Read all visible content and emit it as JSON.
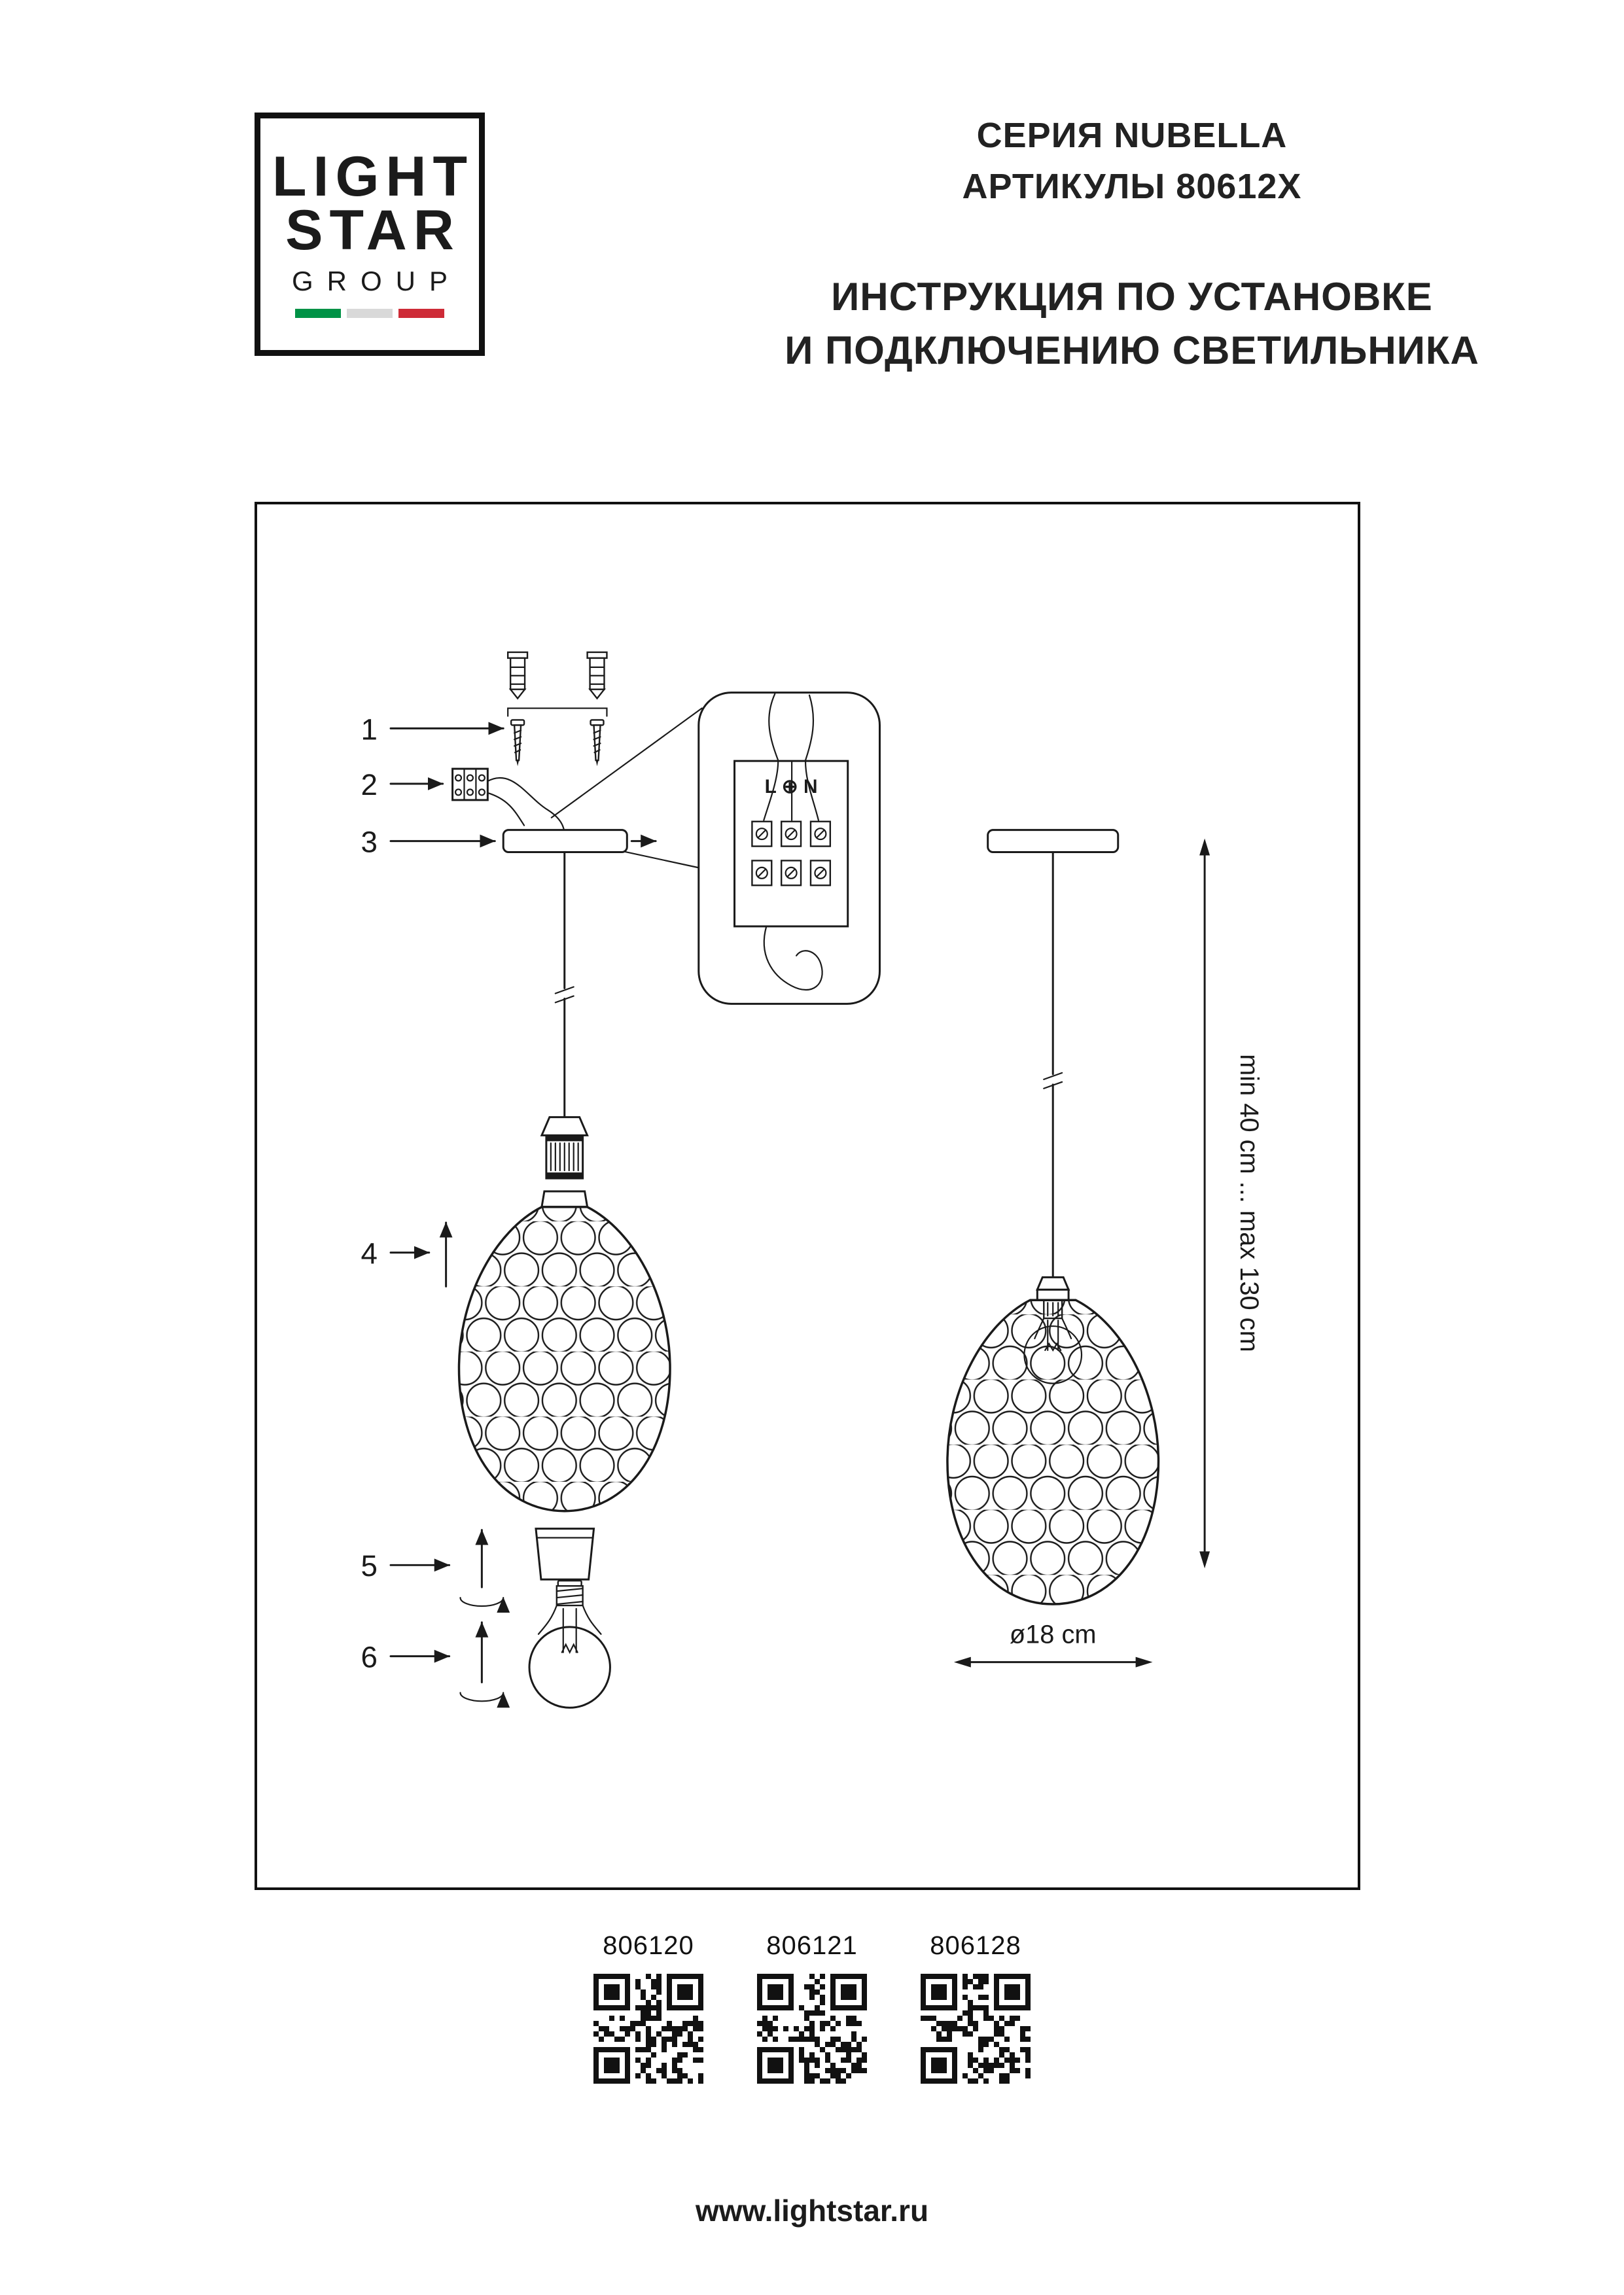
{
  "page": {
    "footer_url": "www.lightstar.ru",
    "ink_color": "#1a1a1a"
  },
  "logo": {
    "line1": "LIGHT",
    "line2": "STAR",
    "line3": "GROUP",
    "flag_colors": [
      "#009246",
      "#d9d9d9",
      "#ce2b37"
    ]
  },
  "header": {
    "series_line": "СЕРИЯ NUBELLA",
    "articles_line": "АРТИКУЛЫ 80612X",
    "title_line1": "ИНСТРУКЦИЯ ПО УСТАНОВКЕ",
    "title_line2": "И ПОДКЛЮЧЕНИЮ СВЕТИЛЬНИКА"
  },
  "diagram": {
    "steps": [
      "1",
      "2",
      "3",
      "4",
      "5",
      "6"
    ],
    "terminal_label": "L ⊕ N",
    "dim_vertical": "min 40 cm ... max 130 cm",
    "dim_horizontal": "ø18 cm"
  },
  "qr_codes": [
    {
      "code": "806120"
    },
    {
      "code": "806121"
    },
    {
      "code": "806128"
    }
  ]
}
